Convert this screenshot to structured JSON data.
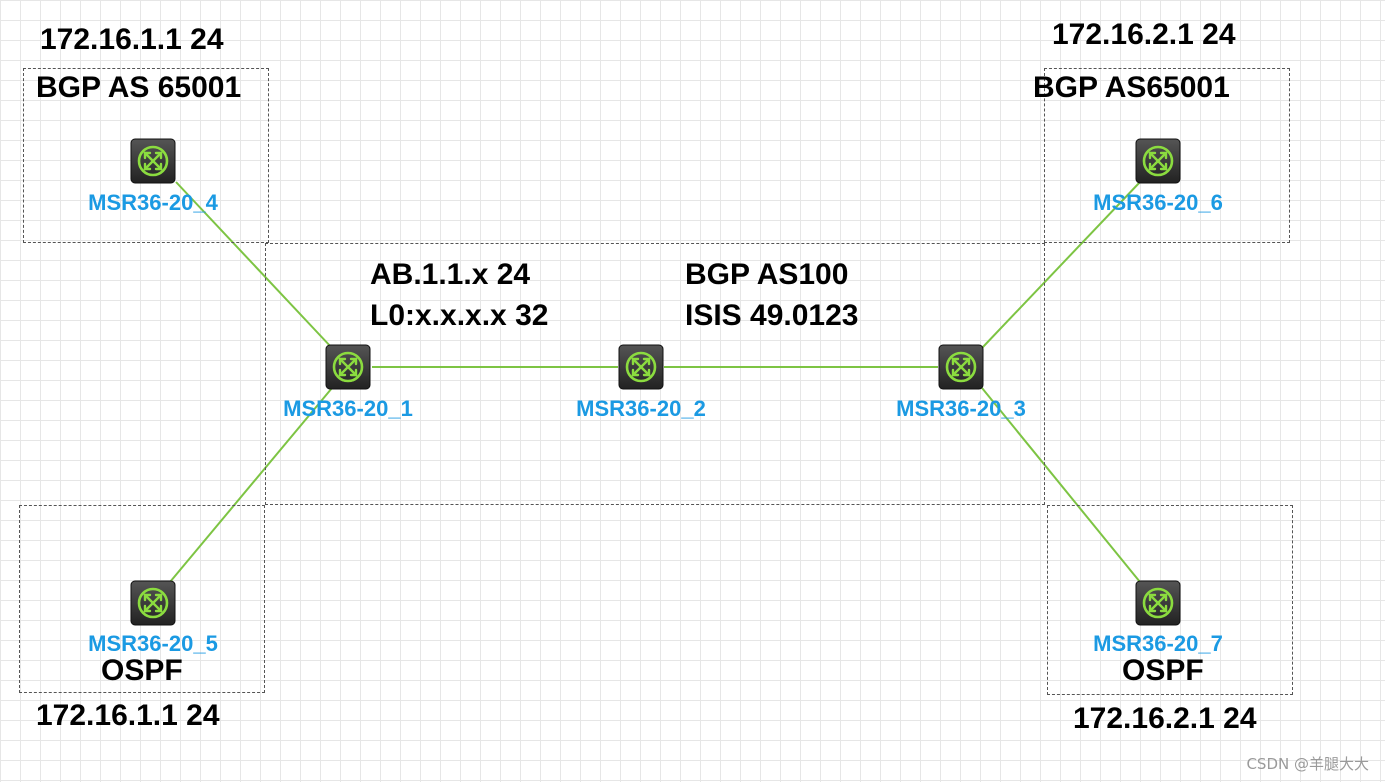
{
  "colors": {
    "link": "#7dc443",
    "router_name": "#1b9ae3",
    "router_body": "#222222",
    "router_ring": "#8bdc3f",
    "zone_border": "#555555"
  },
  "labels": {
    "tl_ip": "172.16.1.1 24",
    "tl_bgp": "BGP AS 65001",
    "tr_ip": "172.16.2.1 24",
    "tr_bgp": "BGP AS65001",
    "core_ab": "AB.1.1.x 24",
    "core_lo": "L0:x.x.x.x 32",
    "core_bgp": "BGP AS100",
    "core_isis": "ISIS 49.0123",
    "bl_ospf": "OSPF",
    "bl_ip": "172.16.1.1 24",
    "br_ospf": "OSPF",
    "br_ip": "172.16.2.1 24"
  },
  "routers": {
    "r4": "MSR36-20_4",
    "r6": "MSR36-20_6",
    "r1": "MSR36-20_1",
    "r2": "MSR36-20_2",
    "r3": "MSR36-20_3",
    "r5": "MSR36-20_5",
    "r7": "MSR36-20_7"
  },
  "router_icon": "router-icon",
  "watermark": "CSDN @羊腿大大"
}
